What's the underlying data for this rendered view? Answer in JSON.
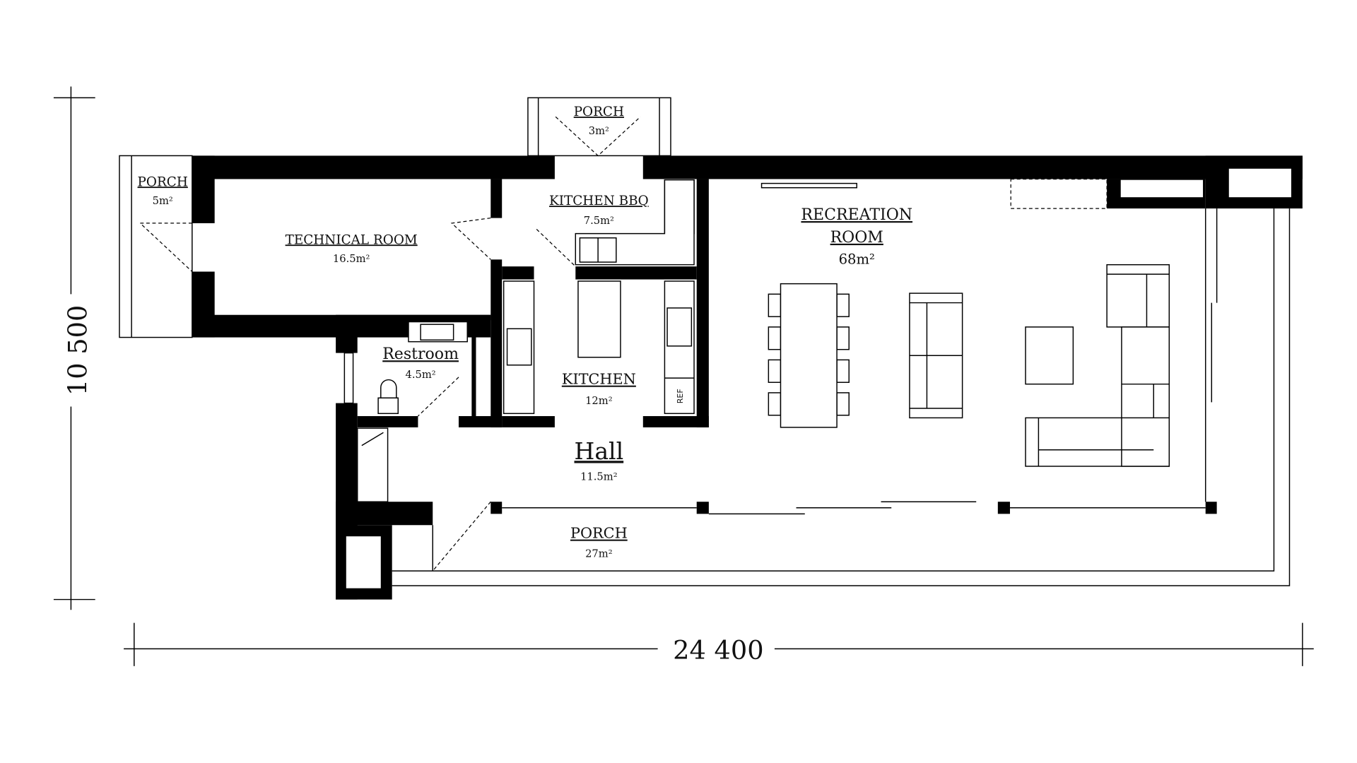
{
  "title": "Floor plan",
  "dimensions": {
    "height": "10 500",
    "width": "24 400"
  },
  "rooms": {
    "porch_left": {
      "label": "PORCH",
      "area": "5m²"
    },
    "technical": {
      "label": "TECHNICAL ROOM",
      "area": "16.5m²"
    },
    "porch_top": {
      "label": "PORCH",
      "area": "3m²"
    },
    "kitchen_bbq": {
      "label": "KITCHEN BBQ",
      "area": "7.5m²"
    },
    "recreation": {
      "label_line1": "RECREATION",
      "label_line2": "ROOM",
      "area": "68m²"
    },
    "restroom": {
      "label": "Restroom",
      "area": "4.5m²"
    },
    "kitchen": {
      "label": "KITCHEN",
      "area": "12m²"
    },
    "hall": {
      "label": "Hall",
      "area": "11.5m²"
    },
    "porch_bottom": {
      "label": "PORCH",
      "area": "27m²"
    }
  },
  "fixtures": {
    "refrigerator": "REF"
  }
}
